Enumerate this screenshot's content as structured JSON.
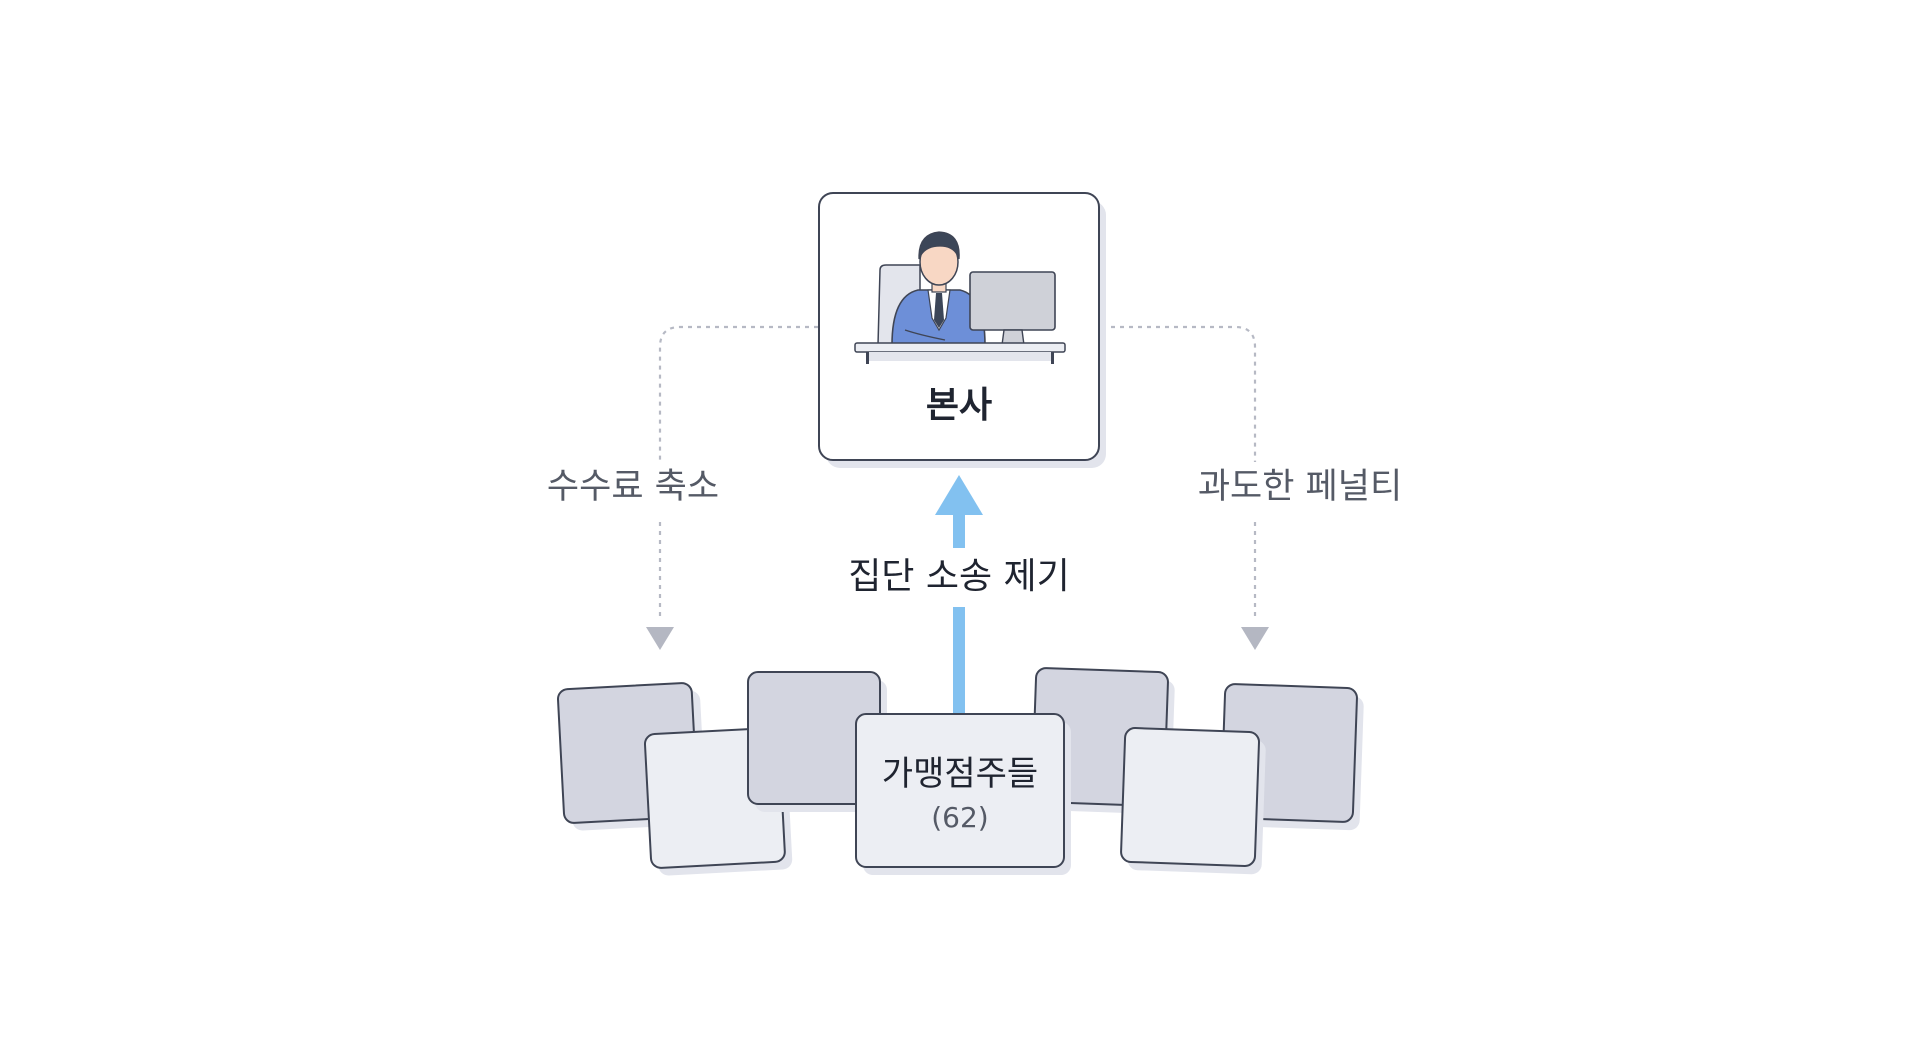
{
  "headquarters": {
    "label": "본사",
    "illustration": "office-worker-at-desk-icon"
  },
  "left_flow": {
    "label": "수수료 축소"
  },
  "right_flow": {
    "label": "과도한 페널티"
  },
  "center_flow": {
    "label": "집단 소송 제기"
  },
  "franchisees": {
    "label": "가맹점주들",
    "count": "(62)"
  },
  "colors": {
    "box_border": "#3f4555",
    "card_dark_fill": "#d3d5e0",
    "card_light_fill": "#eceef3",
    "shadow": "#e2e4ec",
    "dotted_line": "#b6b9c4",
    "arrow_head": "#b4b7c2",
    "center_arrow": "#82c1f0",
    "side_label": "#555a66",
    "main_label": "#1f2430",
    "suit_blue": "#6d8fd8",
    "skin": "#f8d7c4",
    "hair": "#3c4658"
  }
}
